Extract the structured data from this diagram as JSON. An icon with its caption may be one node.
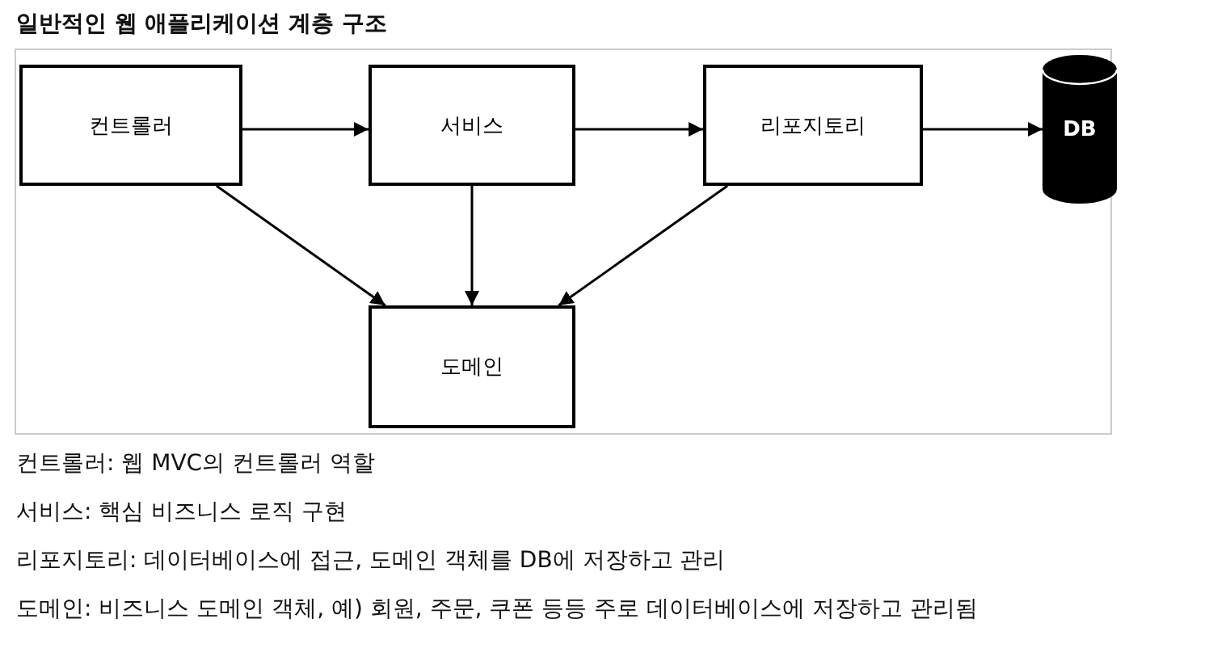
{
  "diagram": {
    "title": "일반적인 웹 애플리케이션 계층 구조",
    "nodes": [
      {
        "text": [
          "컨트롤러"
        ]
      },
      {
        "text": [
          "서비스"
        ]
      },
      {
        "text": [
          "리포지토리"
        ]
      },
      {
        "text": [
          "DB"
        ]
      },
      {
        "text": [
          "도메인"
        ]
      }
    ],
    "edges": [
      {
        "from": 0,
        "to": 1,
        "arrow": "to"
      },
      {
        "from": 1,
        "to": 2,
        "arrow": "to"
      },
      {
        "from": 2,
        "to": 3,
        "arrow": "to"
      },
      {
        "from": 0,
        "to": 4,
        "arrow": "to"
      },
      {
        "from": 1,
        "to": 4,
        "arrow": "to"
      },
      {
        "from": 2,
        "to": 4,
        "arrow": "to"
      }
    ],
    "labels": [
      "컨트롤러: 웹 MVC의 컨트롤러 역할",
      "서비스: 핵심 비즈니스 로직 구현",
      "리포지토리: 데이터베이스에 접근, 도메인 객체를 DB에 저장하고 관리",
      "도메인: 비즈니스 도메인 객체, 예) 회원, 주문, 쿠폰 등등 주로 데이터베이스에 저장하고 관리됨"
    ]
  }
}
